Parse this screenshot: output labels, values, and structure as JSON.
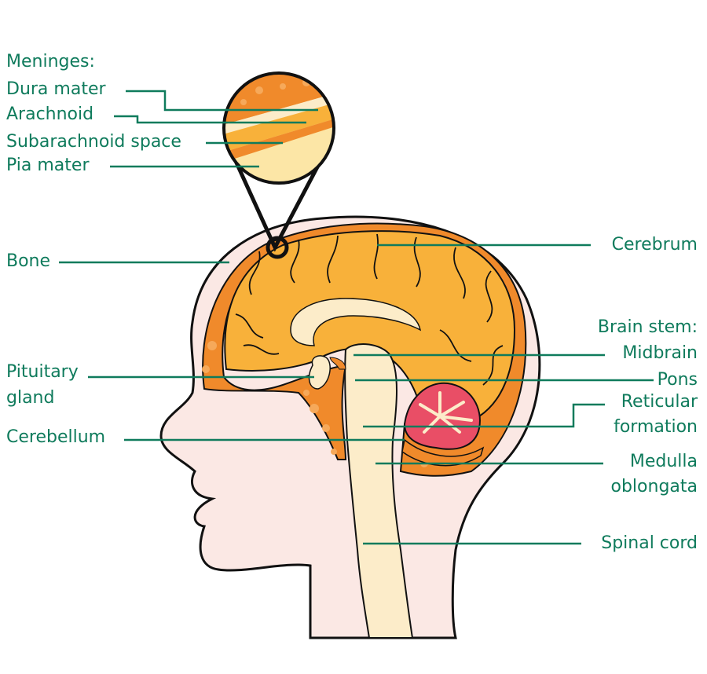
{
  "colors": {
    "label": "#0f7b5c",
    "skin": "#fbe8e4",
    "bone": "#f08a2b",
    "cerebrum": "#f8b13a",
    "brainstem": "#fcecc9",
    "cerebellum": "#e94e66",
    "outline": "#111111"
  },
  "labels": {
    "meninges_heading": "Meninges:",
    "dura_mater": "Dura mater",
    "arachnoid": "Arachnoid",
    "subarachnoid_space": "Subarachnoid space",
    "pia_mater": "Pia mater",
    "bone": "Bone",
    "pituitary_gland_line1": "Pituitary",
    "pituitary_gland_line2": "gland",
    "cerebellum": "Cerebellum",
    "cerebrum": "Cerebrum",
    "brain_stem_heading": "Brain stem:",
    "midbrain": "Midbrain",
    "pons": "Pons",
    "reticular_formation_line1": "Reticular",
    "reticular_formation_line2": "formation",
    "medulla_oblongata_line1": "Medulla",
    "medulla_oblongata_line2": "oblongata",
    "spinal_cord": "Spinal cord"
  }
}
